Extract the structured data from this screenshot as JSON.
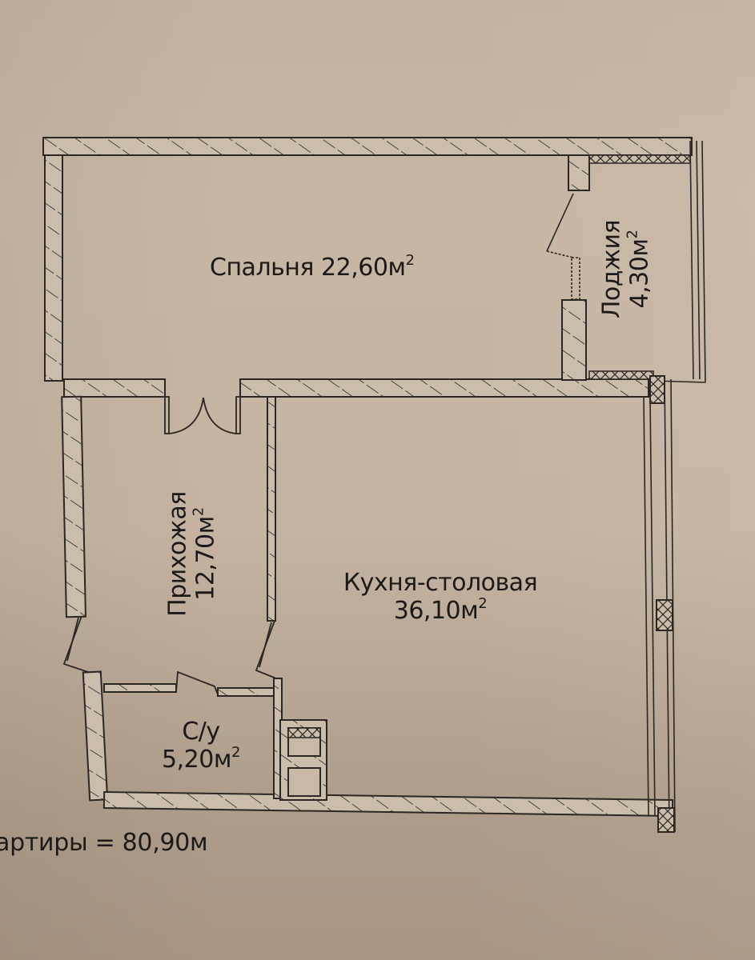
{
  "plan": {
    "rooms": [
      {
        "id": "bedroom",
        "name": "Спальня",
        "area": "22,60",
        "unit": "м",
        "unit_sup": "2"
      },
      {
        "id": "loggia",
        "name": "Лоджия",
        "area": "4,30",
        "unit": "м",
        "unit_sup": "2"
      },
      {
        "id": "hallway",
        "name": "Прихожая",
        "area": "12,70",
        "unit": "м",
        "unit_sup": "2"
      },
      {
        "id": "kitchen_dining",
        "name": "Кухня-столовая",
        "area": "36,10",
        "unit": "м",
        "unit_sup": "2"
      },
      {
        "id": "bathroom",
        "name": "С/у",
        "area": "5,20",
        "unit": "м",
        "unit_sup": "2"
      }
    ],
    "total": {
      "text": "артиры = 80,90м"
    }
  },
  "colors": {
    "paper": "#c5b4a2",
    "line": "#2a2724",
    "wall_fill": "#cdbfae"
  }
}
